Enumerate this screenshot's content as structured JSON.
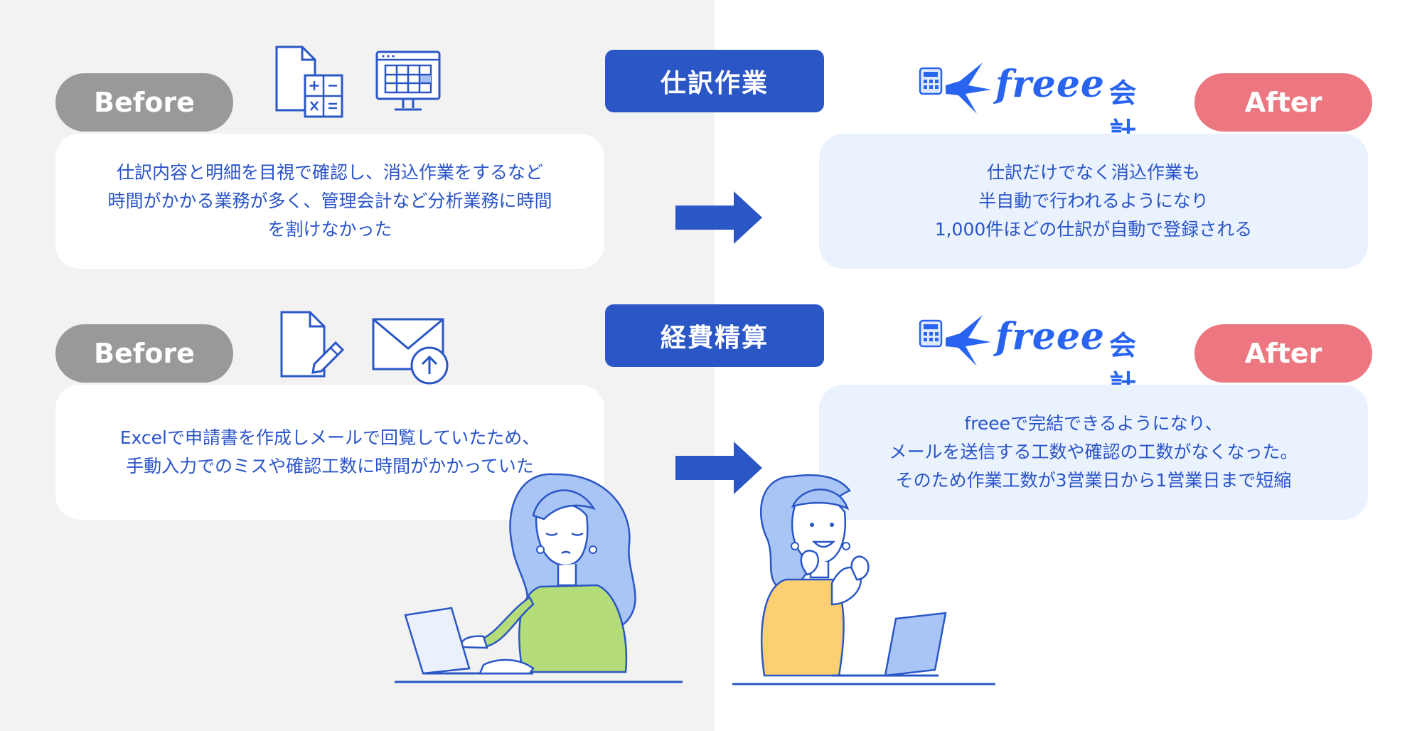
{
  "sections": [
    {
      "category": "仕訳作業",
      "before_label": "Before",
      "before_text": "仕訳内容と明細を目視で確認し、消込作業をするなど\n時間がかかる業務が多く、管理会計など分析業務に時間\nを割けなかった",
      "after_label": "After",
      "after_text": "仕訳だけでなく消込作業も\n半自動で行われるようになり\n1,000件ほどの仕訳が自動で登録される",
      "logo_text": "freee",
      "logo_suffix": "会計",
      "icons": [
        "document-calculator-icon",
        "monitor-spreadsheet-icon"
      ]
    },
    {
      "category": "経費精算",
      "before_label": "Before",
      "before_text": "Excelで申請書を作成しメールで回覧していたため、\n手動入力でのミスや確認工数に時間がかかっていた",
      "after_label": "After",
      "after_text": "freeeで完結できるようになり、\nメールを送信する工数や確認の工数がなくなった。\nそのため作業工数が3営業日から1営業日まで短縮",
      "logo_text": "freee",
      "logo_suffix": "会計",
      "icons": [
        "document-edit-icon",
        "mail-upload-icon"
      ]
    }
  ],
  "colors": {
    "primary_blue": "#2a56c6",
    "text_blue": "#2a54c8",
    "before_gray": "#999999",
    "after_pink": "#ec7780",
    "after_card_bg": "#eaf2fd",
    "left_bg": "#f2f2f2"
  }
}
